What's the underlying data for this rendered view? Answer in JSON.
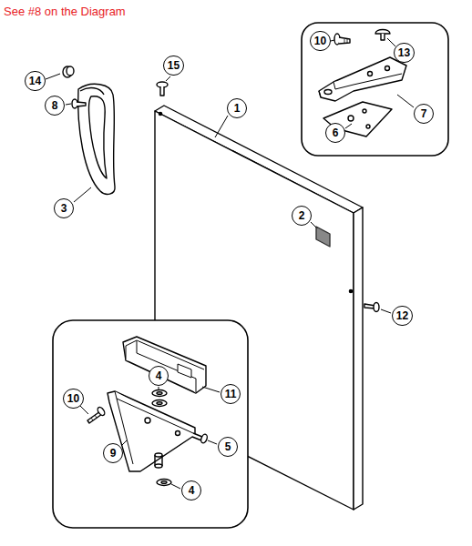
{
  "diagram": {
    "title": "See #8 on the Diagram",
    "nodes": [
      {
        "text": [
          "10"
        ]
      },
      {
        "text": [
          "13"
        ]
      },
      {
        "text": [
          "15"
        ]
      },
      {
        "text": [
          "14"
        ]
      },
      {
        "text": [
          "8"
        ]
      },
      {
        "text": [
          "1"
        ]
      },
      {
        "text": [
          "7"
        ]
      },
      {
        "text": [
          "6"
        ]
      },
      {
        "text": [
          "3"
        ]
      },
      {
        "text": [
          "2"
        ]
      },
      {
        "text": [
          "12"
        ]
      },
      {
        "text": [
          "4"
        ]
      },
      {
        "text": [
          "11"
        ]
      },
      {
        "text": [
          "10"
        ]
      },
      {
        "text": [
          "5"
        ]
      },
      {
        "text": [
          "9"
        ]
      },
      {
        "text": [
          "4"
        ]
      }
    ]
  }
}
